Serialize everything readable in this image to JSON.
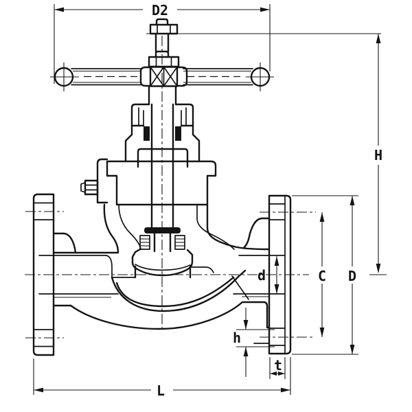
{
  "drawing": {
    "kind": "flanged globe valve sectional drawing",
    "line_color": "#141414",
    "background_color": "#ffffff"
  },
  "dims": {
    "D2": {
      "label": "D2"
    },
    "H": {
      "label": "H"
    },
    "C": {
      "label": "C"
    },
    "D": {
      "label": "D"
    },
    "d": {
      "label": "d"
    },
    "h": {
      "label": "h"
    },
    "t": {
      "label": "t"
    },
    "L": {
      "label": "L"
    }
  }
}
